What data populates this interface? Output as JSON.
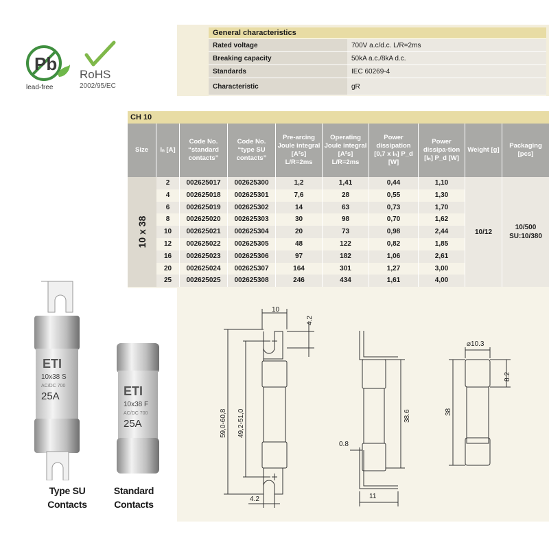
{
  "logos": {
    "pb_symbol": "Pb",
    "pb_caption": "lead-free",
    "rohs_title": "RoHS",
    "rohs_code": "2002/95/EC"
  },
  "general": {
    "title": "General characteristics",
    "rows": [
      {
        "label": "Rated voltage",
        "value": "700V a.c/d.c.  L/R=2ms"
      },
      {
        "label": "Breaking capacity",
        "value": "50kA a.c./8kA d.c."
      },
      {
        "label": "Standards",
        "value": "IEC 60269-4"
      },
      {
        "label": "Characteristic",
        "value": "gR"
      }
    ]
  },
  "ch": {
    "title": "CH 10",
    "headers": {
      "size": "Size",
      "in": "Iₙ [A]",
      "code_std": "Code No. “standard contacts”",
      "code_su": "Code No. “type SU contacts”",
      "prearc": "Pre-arcing Joule integral [A²s] L/R=2ms",
      "operating": "Operating Joule integral [A²s] L/R=2ms",
      "power": "Power dissipation [0,7 x Iₙ] P_d [W]",
      "power2": "Power dissipa-tion [Iₙ] P_d [W]",
      "weight": "Weight [g]",
      "packaging": "Packaging [pcs]"
    },
    "size": "10 x 38",
    "weight": "10/12",
    "packaging_1": "10/500",
    "packaging_2": "SU:10/380",
    "rows": [
      {
        "in": "2",
        "std": "002625017",
        "su": "002625300",
        "pre": "1,2",
        "op": "1,41",
        "p07": "0,44",
        "p1": "1,10"
      },
      {
        "in": "4",
        "std": "002625018",
        "su": "002625301",
        "pre": "7,6",
        "op": "28",
        "p07": "0,55",
        "p1": "1,30"
      },
      {
        "in": "6",
        "std": "002625019",
        "su": "002625302",
        "pre": "14",
        "op": "63",
        "p07": "0,73",
        "p1": "1,70"
      },
      {
        "in": "8",
        "std": "002625020",
        "su": "002625303",
        "pre": "30",
        "op": "98",
        "p07": "0,70",
        "p1": "1,62"
      },
      {
        "in": "10",
        "std": "002625021",
        "su": "002625304",
        "pre": "20",
        "op": "73",
        "p07": "0,98",
        "p1": "2,44"
      },
      {
        "in": "12",
        "std": "002625022",
        "su": "002625305",
        "pre": "48",
        "op": "122",
        "p07": "0,82",
        "p1": "1,85"
      },
      {
        "in": "16",
        "std": "002625023",
        "su": "002625306",
        "pre": "97",
        "op": "182",
        "p07": "1,06",
        "p1": "2,61"
      },
      {
        "in": "20",
        "std": "002625024",
        "su": "002625307",
        "pre": "164",
        "op": "301",
        "p07": "1,27",
        "p1": "3,00"
      },
      {
        "in": "25",
        "std": "002625025",
        "su": "002625308",
        "pre": "246",
        "op": "434",
        "p07": "1,61",
        "p1": "4,00"
      }
    ]
  },
  "photos": {
    "brand": "ETI",
    "su_model": "10x38 S",
    "su_rating": "AC/DC 700",
    "su_current": "25A",
    "std_model": "10x38 F",
    "std_rating": "AC/DC 700",
    "std_current": "25A",
    "caption_su_1": "Type SU",
    "caption_su_2": "Contacts",
    "caption_std_1": "Standard",
    "caption_std_2": "Contacts"
  },
  "drawing": {
    "dim_width": "10",
    "dim_tab": "4.2",
    "dim_total": "59,0-60,8",
    "dim_inner": "49,2-51,0",
    "dim_slot": "4.2",
    "dim_thickness": "0.8",
    "dim_body": "38.6",
    "dim_depth": "11",
    "dim_diameter": "⌀10.3",
    "dim_cap": "8.2",
    "dim_length": "38"
  }
}
